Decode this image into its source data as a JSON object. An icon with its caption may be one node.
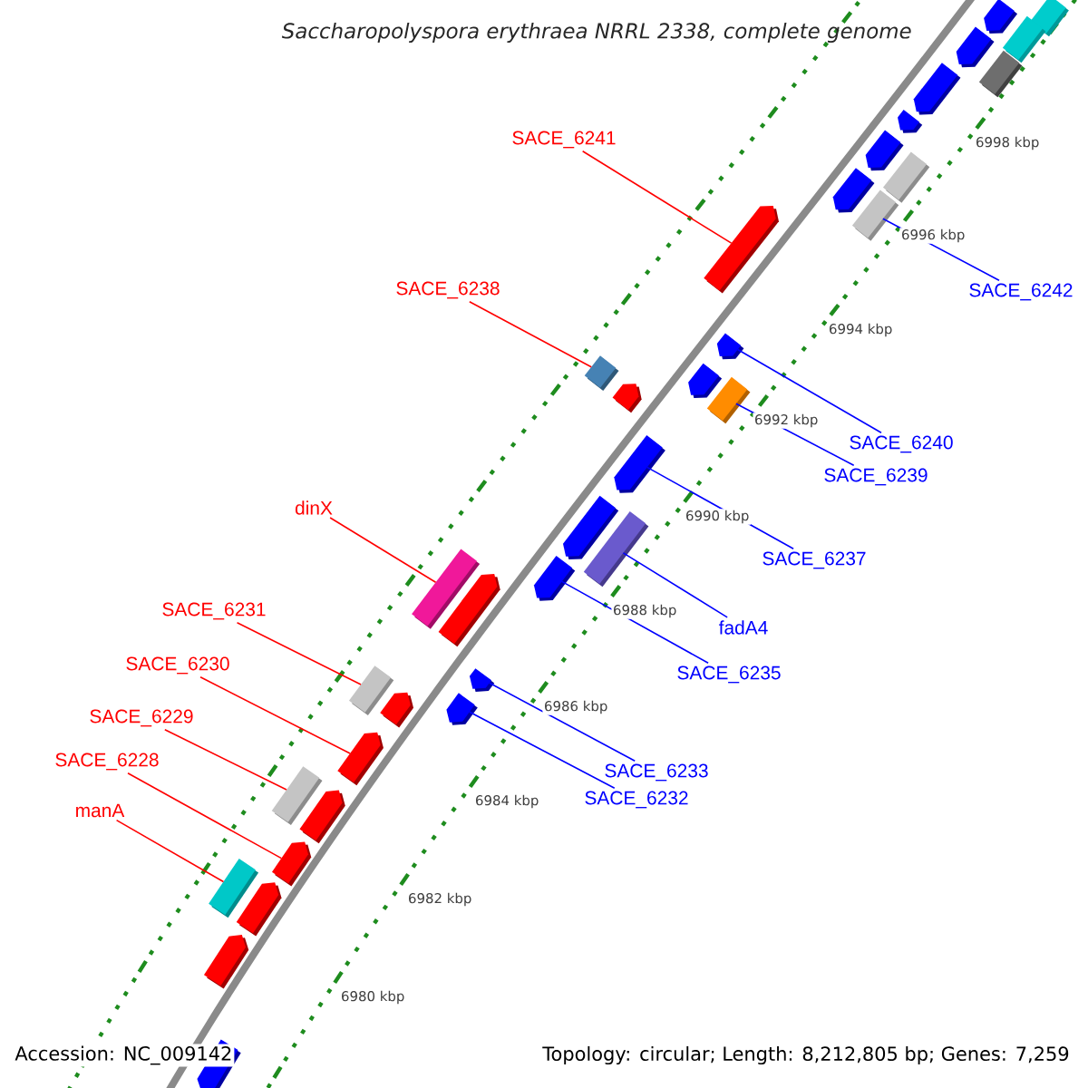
{
  "diagram": {
    "title": "Saccharopolyspora erythraea NRRL 2338, complete genome",
    "nodes": [
      {
        "text": [
          "SACE_6241"
        ]
      },
      {
        "text": [
          "SACE_6238"
        ]
      },
      {
        "text": [
          "SACE_6242"
        ]
      },
      {
        "text": [
          "SACE_6240"
        ]
      },
      {
        "text": [
          "SACE_6239"
        ]
      },
      {
        "text": [
          "dinX"
        ]
      },
      {
        "text": [
          "SACE_6237"
        ]
      },
      {
        "text": [
          "SACE_6231"
        ]
      },
      {
        "text": [
          "fadA4"
        ]
      },
      {
        "text": [
          "SACE_6230"
        ]
      },
      {
        "text": [
          "SACE_6235"
        ]
      },
      {
        "text": [
          "SACE_6229"
        ]
      },
      {
        "text": [
          "SACE_6228"
        ]
      },
      {
        "text": [
          "SACE_6233"
        ]
      },
      {
        "text": [
          "SACE_6232"
        ]
      },
      {
        "text": [
          "manA"
        ]
      },
      {
        "text": [],
        "shape": "box"
      },
      {
        "text": [],
        "shape": "pentagon"
      },
      {
        "text": [],
        "shape": "box"
      },
      {
        "text": [],
        "shape": "pentagon"
      },
      {
        "text": [],
        "shape": "box"
      },
      {
        "text": [],
        "shape": "pentagon"
      },
      {
        "text": [],
        "shape": "pentagon"
      },
      {
        "text": [],
        "shape": "pentagon"
      },
      {
        "text": [],
        "shape": "box"
      },
      {
        "text": [],
        "shape": "pentagon"
      },
      {
        "text": [],
        "shape": "box"
      },
      {
        "text": [],
        "shape": "pentagon"
      },
      {
        "text": [],
        "shape": "pentagon"
      },
      {
        "text": [],
        "shape": "box"
      },
      {
        "text": [],
        "shape": "pentagon"
      },
      {
        "text": [],
        "shape": "pentagon"
      },
      {
        "text": [],
        "shape": "box"
      },
      {
        "text": [],
        "shape": "pentagon"
      },
      {
        "text": [],
        "shape": "pentagon"
      },
      {
        "text": [],
        "shape": "box"
      },
      {
        "text": [],
        "shape": "pentagon"
      },
      {
        "text": [],
        "shape": "box"
      },
      {
        "text": [],
        "shape": "pentagon"
      },
      {
        "text": [],
        "shape": "pentagon"
      },
      {
        "text": [],
        "shape": "box"
      },
      {
        "text": [],
        "shape": "pentagon"
      },
      {
        "text": [],
        "shape": "pentagon"
      },
      {
        "text": [],
        "shape": "pentagon"
      },
      {
        "text": [],
        "shape": "box"
      },
      {
        "text": [],
        "shape": "pentagon"
      },
      {
        "text": [],
        "shape": "pentagon"
      },
      {
        "text": [],
        "shape": "box"
      },
      {
        "text": [],
        "shape": "pentagon"
      },
      {
        "text": [],
        "shape": "pentagon"
      },
      {
        "text": [],
        "shape": "pentagon"
      }
    ],
    "edges": [
      {
        "from": 0,
        "to": 27,
        "arrow": "none",
        "color": "#ff0000"
      },
      {
        "from": 1,
        "to": 29,
        "arrow": "none",
        "color": "#ff0000"
      },
      {
        "from": 2,
        "to": 26,
        "arrow": "none",
        "color": "#0000ff"
      },
      {
        "from": 3,
        "to": 28,
        "arrow": "none",
        "color": "#0000ff"
      },
      {
        "from": 4,
        "to": 32,
        "arrow": "none",
        "color": "#0000ff"
      },
      {
        "from": 5,
        "to": 37,
        "arrow": "none",
        "color": "#ff0000"
      },
      {
        "from": 6,
        "to": 33,
        "arrow": "none",
        "color": "#0000ff"
      },
      {
        "from": 7,
        "to": 40,
        "arrow": "none",
        "color": "#ff0000"
      },
      {
        "from": 8,
        "to": 35,
        "arrow": "none",
        "color": "#0000ff"
      },
      {
        "from": 9,
        "to": 43,
        "arrow": "none",
        "color": "#ff0000"
      },
      {
        "from": 10,
        "to": 36,
        "arrow": "none",
        "color": "#0000ff"
      },
      {
        "from": 11,
        "to": 44,
        "arrow": "none",
        "color": "#ff0000"
      },
      {
        "from": 12,
        "to": 46,
        "arrow": "none",
        "color": "#ff0000"
      },
      {
        "from": 13,
        "to": 39,
        "arrow": "none",
        "color": "#0000ff"
      },
      {
        "from": 14,
        "to": 42,
        "arrow": "none",
        "color": "#0000ff"
      },
      {
        "from": 15,
        "to": 47,
        "arrow": "none",
        "color": "#ff0000"
      }
    ],
    "labels": [
      "6998 kbp",
      "6996 kbp",
      "6994 kbp",
      "6992 kbp",
      "6990 kbp",
      "6988 kbp",
      "6986 kbp",
      "6984 kbp",
      "6982 kbp",
      "6980 kbp",
      "Accession: NC_009142",
      "Topology: circular; Length: 8,212,805 bp; Genes: 7,259"
    ]
  }
}
